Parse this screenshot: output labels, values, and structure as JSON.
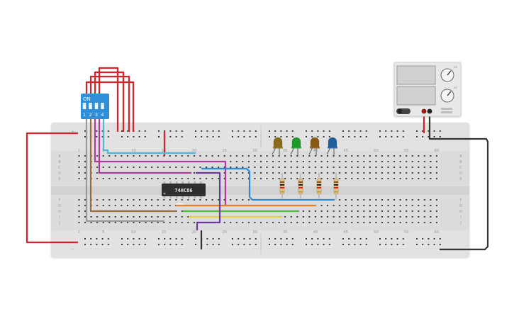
{
  "breadboard": {
    "column_numbers": [
      "1",
      "5",
      "10",
      "15",
      "20",
      "25",
      "30",
      "35",
      "40",
      "45",
      "50",
      "55",
      "60"
    ],
    "row_letters_top": [
      "A",
      "B",
      "C",
      "D",
      "E"
    ],
    "row_letters_bottom": [
      "F",
      "G",
      "H",
      "I",
      "J"
    ],
    "rail_marks": [
      "+",
      "−"
    ]
  },
  "chip": {
    "label": "74HC86"
  },
  "dip_switch": {
    "on_label": "ON",
    "switch_numbers": [
      "1",
      "2",
      "3",
      "4"
    ],
    "body_color": "#2f8fd8"
  },
  "power_supply": {
    "knob_marks": [
      "CV",
      "CC"
    ]
  },
  "leds": [
    {
      "color": "#8a6a1a"
    },
    {
      "color": "#1f9a2a"
    },
    {
      "color": "#8a5a12"
    },
    {
      "color": "#1f5f9a"
    }
  ],
  "wire_colors": {
    "red": "#d3232b",
    "cyan": "#4fb8d8",
    "magenta": "#b03a9b",
    "gray": "#9a9a9a",
    "brown": "#9a6a3a",
    "orange": "#e87e1e",
    "green": "#4cbc3a",
    "yellow": "#e6d23a",
    "purple": "#6a3a9a",
    "blue": "#2a8ad8",
    "black": "#333333",
    "white": "#f2f2f2"
  }
}
